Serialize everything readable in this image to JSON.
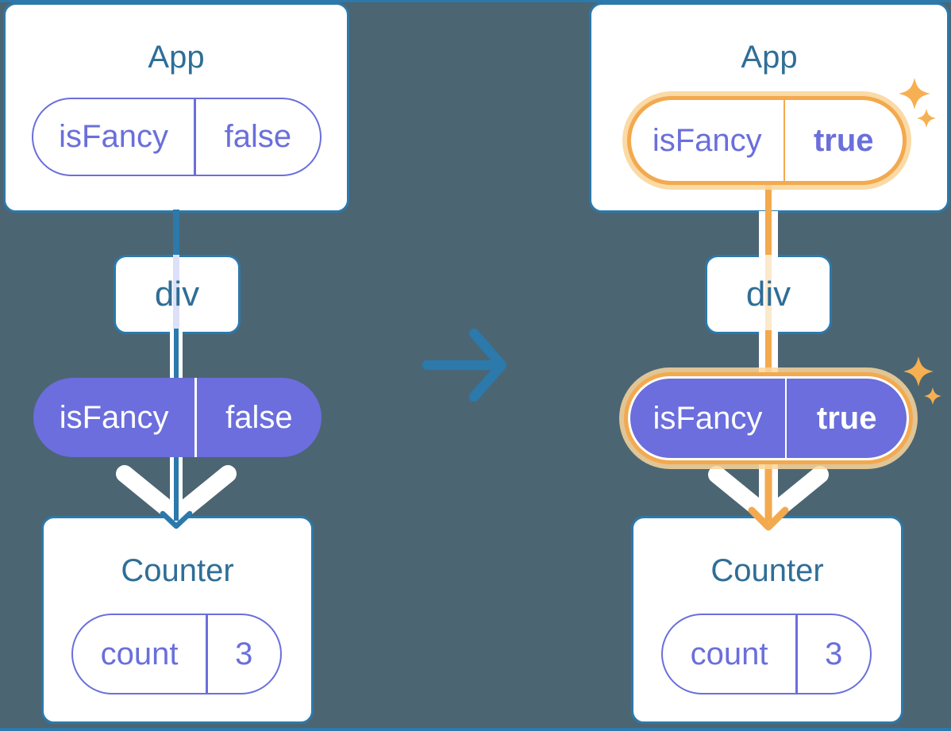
{
  "colors": {
    "background": "#4C6572",
    "card_fill": "#FFFFFF",
    "blue_accent": "#2C79AB",
    "heading_text": "#2F6E96",
    "purple_accent": "#6A6FDB",
    "purple_pill_fill": "#6B6EDC",
    "orange_highlight": "#F3A94E",
    "orange_halo": "#FAD69C",
    "pale_purple_line": "#DCE0F8",
    "pale_orange_line": "#FBE9CC",
    "sparkle": "#F6B052"
  },
  "icons": {
    "transition_arrow": "right-arrow",
    "flow_arrow_before": "down-arrow-blue",
    "flow_arrow_after": "down-arrow-orange",
    "sparkles": "sparkle"
  },
  "before": {
    "app": {
      "title": "App",
      "pill": {
        "key": "isFancy",
        "value": "false"
      }
    },
    "div": {
      "label": "div"
    },
    "prop_pill": {
      "key": "isFancy",
      "value": "false"
    },
    "counter": {
      "title": "Counter",
      "pill": {
        "key": "count",
        "value": "3"
      }
    }
  },
  "after": {
    "app": {
      "title": "App",
      "pill": {
        "key": "isFancy",
        "value": "true"
      }
    },
    "div": {
      "label": "div"
    },
    "prop_pill": {
      "key": "isFancy",
      "value": "true"
    },
    "counter": {
      "title": "Counter",
      "pill": {
        "key": "count",
        "value": "3"
      }
    }
  }
}
